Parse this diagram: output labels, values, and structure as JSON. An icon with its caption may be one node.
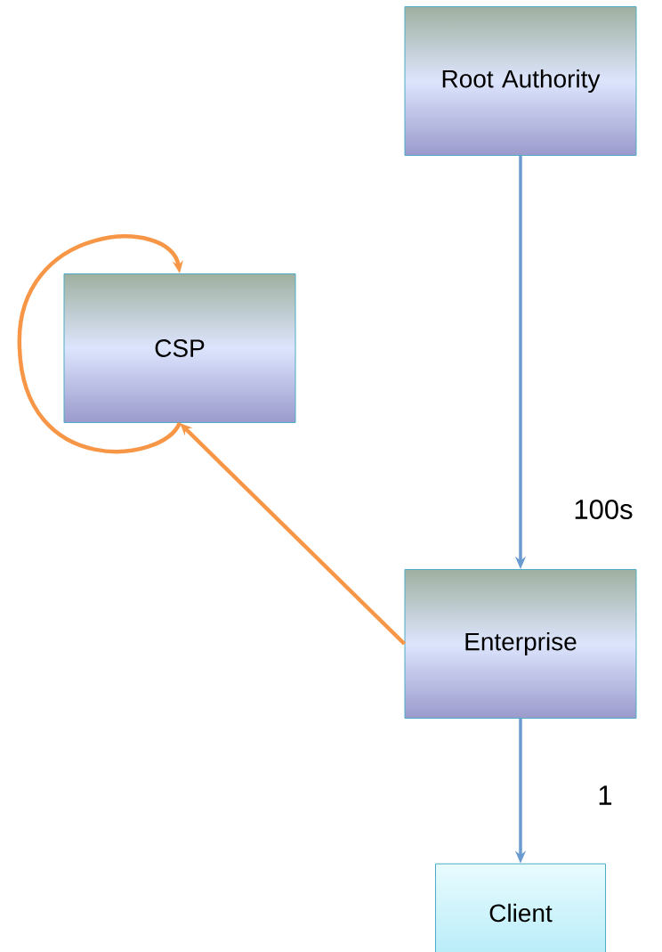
{
  "diagram": {
    "nodes": [
      {
        "text": [
          "Root Authority"
        ]
      },
      {
        "text": [
          "CSP"
        ]
      },
      {
        "text": [
          "Enterprise"
        ]
      },
      {
        "text": [
          "Client"
        ]
      }
    ],
    "edges": [
      {
        "from": 0,
        "to": 2,
        "arrow": "to",
        "label": "100s"
      },
      {
        "from": 2,
        "to": 3,
        "arrow": "to",
        "label": "1"
      },
      {
        "from": 2,
        "to": 1,
        "arrow": "to",
        "color": "#f79646"
      },
      {
        "from": 1,
        "to": 1,
        "arrow": "to",
        "color": "#f79646"
      }
    ]
  }
}
